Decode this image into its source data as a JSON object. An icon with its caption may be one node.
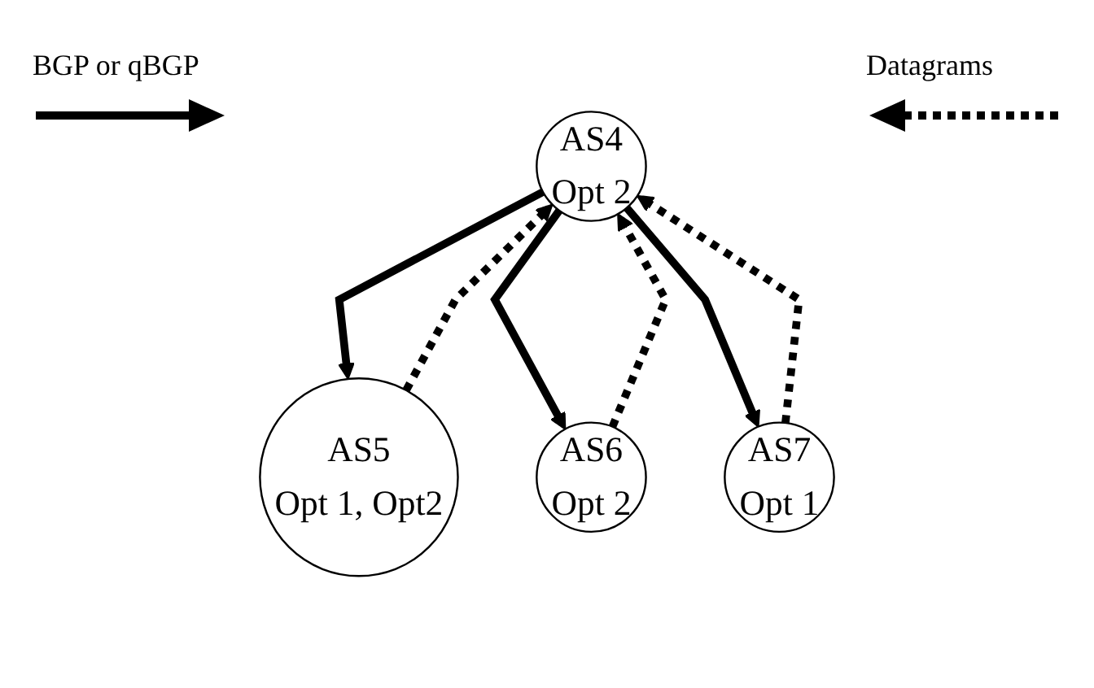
{
  "diagram": {
    "nodes": [
      {
        "text": [
          "AS4",
          "Opt 2"
        ]
      },
      {
        "text": [
          "AS5",
          "Opt 1, Opt2"
        ]
      },
      {
        "text": [
          "AS6",
          "Opt 2"
        ]
      },
      {
        "text": [
          "AS7",
          "Opt 1"
        ]
      }
    ],
    "edges": [
      {
        "from": 0,
        "to": 1,
        "arrow": "to"
      },
      {
        "from": 1,
        "to": 0,
        "arrow": "to",
        "style": "dashed"
      },
      {
        "from": 0,
        "to": 2,
        "arrow": "to"
      },
      {
        "from": 2,
        "to": 0,
        "arrow": "to",
        "style": "dashed"
      },
      {
        "from": 0,
        "to": 3,
        "arrow": "to"
      },
      {
        "from": 3,
        "to": 0,
        "arrow": "to",
        "style": "dashed"
      }
    ],
    "legend": [
      {
        "text": "BGP or qBGP"
      },
      {
        "text": "Datagrams"
      }
    ]
  }
}
